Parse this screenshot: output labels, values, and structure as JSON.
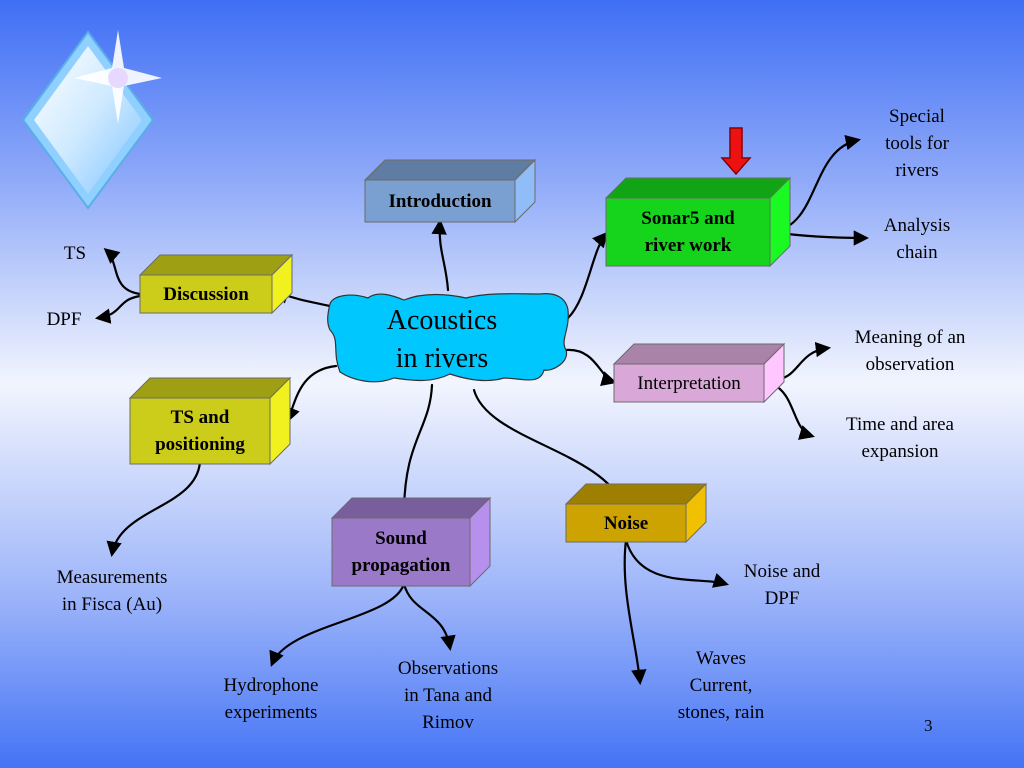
{
  "colors": {
    "introduction": "#7a9fd1",
    "sonar": "#16d31c",
    "discussion": "#cccc1a",
    "ts_positioning": "#cccc1a",
    "interpretation": "#d9a8d8",
    "noise": "#cca300",
    "sound": "#9b79c9",
    "center": "#00c8ff",
    "pointer_arrow": "#ee1111"
  },
  "icons": {
    "corner": "diamond-star-icon",
    "pointer": "red-down-arrow-icon"
  },
  "center": {
    "title": "Acoustics\nin rivers"
  },
  "boxes": {
    "introduction": "Introduction",
    "sonar": "Sonar5 and\nriver work",
    "discussion": "Discussion",
    "ts_positioning": "TS and\npositioning",
    "interpretation": "Interpretation",
    "noise": "Noise",
    "sound": "Sound\npropagation"
  },
  "labels": {
    "special_tools": "Special\ntools for\nrivers",
    "analysis_chain": "Analysis\nchain",
    "ts": "TS",
    "dpf": "DPF",
    "meaning": "Meaning of an\nobservation",
    "time_area": "Time and area\nexpansion",
    "measurements": "Measurements\nin Fisca (Au)",
    "noise_dpf": "Noise and\nDPF",
    "waves": "Waves\nCurrent,\nstones, rain",
    "hydrophone": "Hydrophone\nexperiments",
    "observations": "Observations\nin Tana and\nRimov"
  },
  "page_number": "3"
}
